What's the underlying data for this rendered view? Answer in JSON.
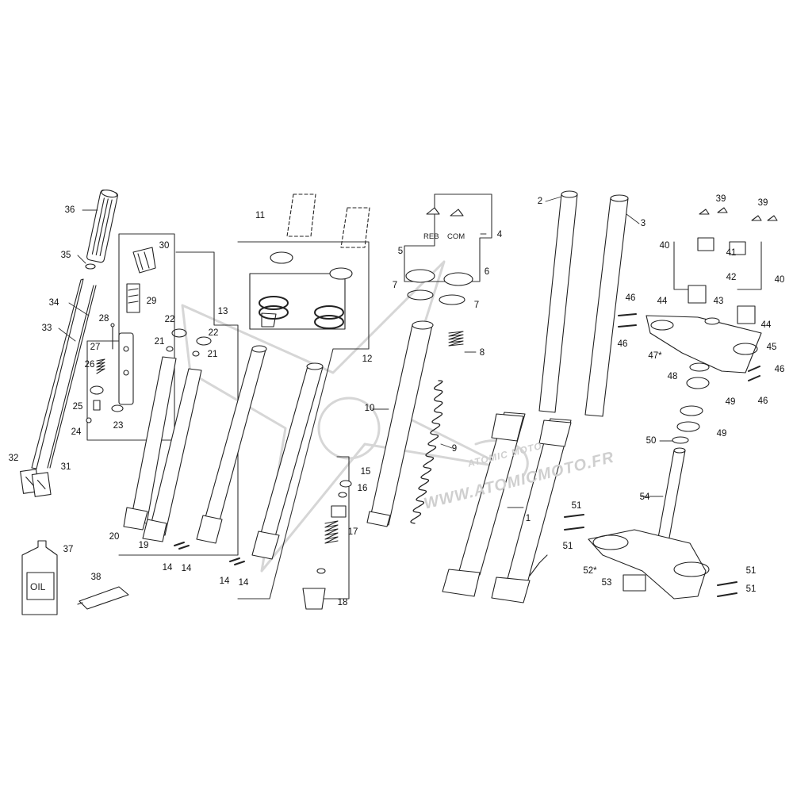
{
  "watermark": {
    "text": "WWW.ATOMICMOTO.FR",
    "logo_text": "ATOMIC MOTO"
  },
  "labels": {
    "oil": "OIL",
    "reb": "REB",
    "com": "COM"
  },
  "callouts": [
    {
      "id": "1",
      "text": "1"
    },
    {
      "id": "2",
      "text": "2"
    },
    {
      "id": "3",
      "text": "3"
    },
    {
      "id": "4",
      "text": "4"
    },
    {
      "id": "5",
      "text": "5"
    },
    {
      "id": "6",
      "text": "6"
    },
    {
      "id": "7a",
      "text": "7"
    },
    {
      "id": "7b",
      "text": "7"
    },
    {
      "id": "8",
      "text": "8"
    },
    {
      "id": "9",
      "text": "9"
    },
    {
      "id": "10",
      "text": "10"
    },
    {
      "id": "11",
      "text": "11"
    },
    {
      "id": "12",
      "text": "12"
    },
    {
      "id": "13",
      "text": "13"
    },
    {
      "id": "14a",
      "text": "14"
    },
    {
      "id": "14b",
      "text": "14"
    },
    {
      "id": "14c",
      "text": "14"
    },
    {
      "id": "14d",
      "text": "14"
    },
    {
      "id": "15",
      "text": "15"
    },
    {
      "id": "16",
      "text": "16"
    },
    {
      "id": "17",
      "text": "17"
    },
    {
      "id": "18",
      "text": "18"
    },
    {
      "id": "19",
      "text": "19"
    },
    {
      "id": "20",
      "text": "20"
    },
    {
      "id": "21a",
      "text": "21"
    },
    {
      "id": "21b",
      "text": "21"
    },
    {
      "id": "22a",
      "text": "22"
    },
    {
      "id": "22b",
      "text": "22"
    },
    {
      "id": "23",
      "text": "23"
    },
    {
      "id": "24",
      "text": "24"
    },
    {
      "id": "25",
      "text": "25"
    },
    {
      "id": "26",
      "text": "26"
    },
    {
      "id": "27",
      "text": "27"
    },
    {
      "id": "28",
      "text": "28"
    },
    {
      "id": "29",
      "text": "29"
    },
    {
      "id": "30",
      "text": "30"
    },
    {
      "id": "31",
      "text": "31"
    },
    {
      "id": "32",
      "text": "32"
    },
    {
      "id": "33",
      "text": "33"
    },
    {
      "id": "34",
      "text": "34"
    },
    {
      "id": "35",
      "text": "35"
    },
    {
      "id": "36",
      "text": "36"
    },
    {
      "id": "37",
      "text": "37"
    },
    {
      "id": "38",
      "text": "38"
    },
    {
      "id": "39a",
      "text": "39"
    },
    {
      "id": "39b",
      "text": "39"
    },
    {
      "id": "40a",
      "text": "40"
    },
    {
      "id": "40b",
      "text": "40"
    },
    {
      "id": "41",
      "text": "41"
    },
    {
      "id": "42",
      "text": "42"
    },
    {
      "id": "43",
      "text": "43"
    },
    {
      "id": "44a",
      "text": "44"
    },
    {
      "id": "44b",
      "text": "44"
    },
    {
      "id": "45",
      "text": "45"
    },
    {
      "id": "46a",
      "text": "46"
    },
    {
      "id": "46b",
      "text": "46"
    },
    {
      "id": "46c",
      "text": "46"
    },
    {
      "id": "46d",
      "text": "46"
    },
    {
      "id": "47",
      "text": "47*"
    },
    {
      "id": "48",
      "text": "48"
    },
    {
      "id": "49a",
      "text": "49"
    },
    {
      "id": "49b",
      "text": "49"
    },
    {
      "id": "50",
      "text": "50"
    },
    {
      "id": "51a",
      "text": "51"
    },
    {
      "id": "51b",
      "text": "51"
    },
    {
      "id": "51c",
      "text": "51"
    },
    {
      "id": "51d",
      "text": "51"
    },
    {
      "id": "52",
      "text": "52*"
    },
    {
      "id": "53",
      "text": "53"
    },
    {
      "id": "54",
      "text": "54"
    }
  ]
}
